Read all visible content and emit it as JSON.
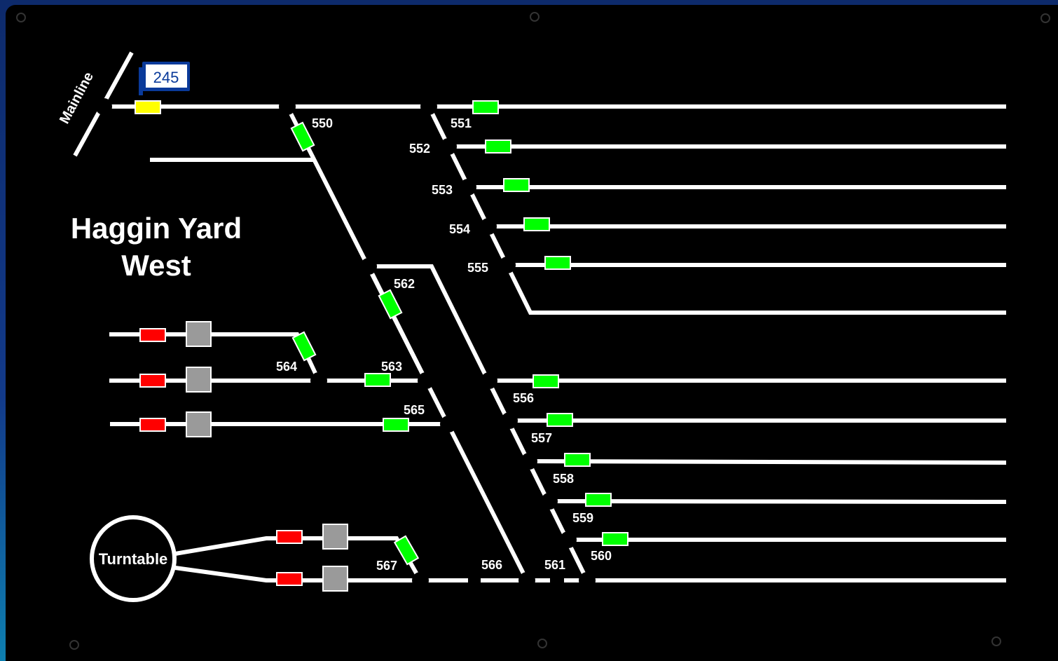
{
  "yard_title_line1": "Haggin Yard",
  "yard_title_line2": "West",
  "mainline_label": "Mainline",
  "turntable_label": "Turntable",
  "train_tag": "245",
  "switch_labels": {
    "s550": "550",
    "s551": "551",
    "s552": "552",
    "s553": "553",
    "s554": "554",
    "s555": "555",
    "s556": "556",
    "s557": "557",
    "s558": "558",
    "s559": "559",
    "s560": "560",
    "s561": "561",
    "s562": "562",
    "s563": "563",
    "s564": "564",
    "s565": "565",
    "s566": "566",
    "s567": "567"
  },
  "colors": {
    "background": "#000000",
    "track": "#ffffff",
    "signal_clear": "#00ff00",
    "signal_stop": "#ff0000",
    "signal_caution": "#ffff00",
    "bumper": "#9a9a9a",
    "tag_border": "#0a3a9a",
    "tag_text": "#0a3a9a"
  }
}
